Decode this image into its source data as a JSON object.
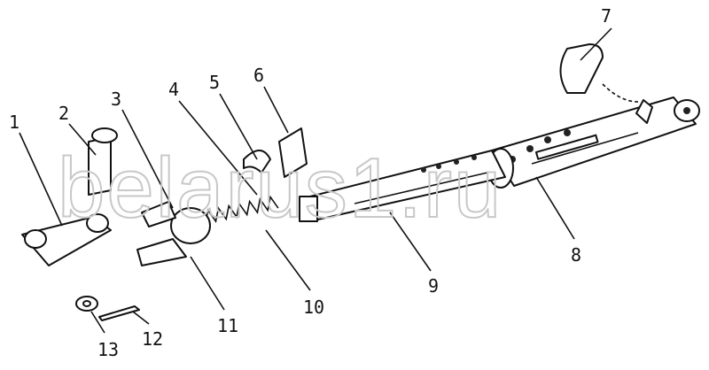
{
  "diagram": {
    "watermark": "belarus1.ru",
    "callouts": [
      "1",
      "2",
      "3",
      "4",
      "5",
      "6",
      "7",
      "8",
      "9",
      "10",
      "11",
      "12",
      "13"
    ]
  }
}
